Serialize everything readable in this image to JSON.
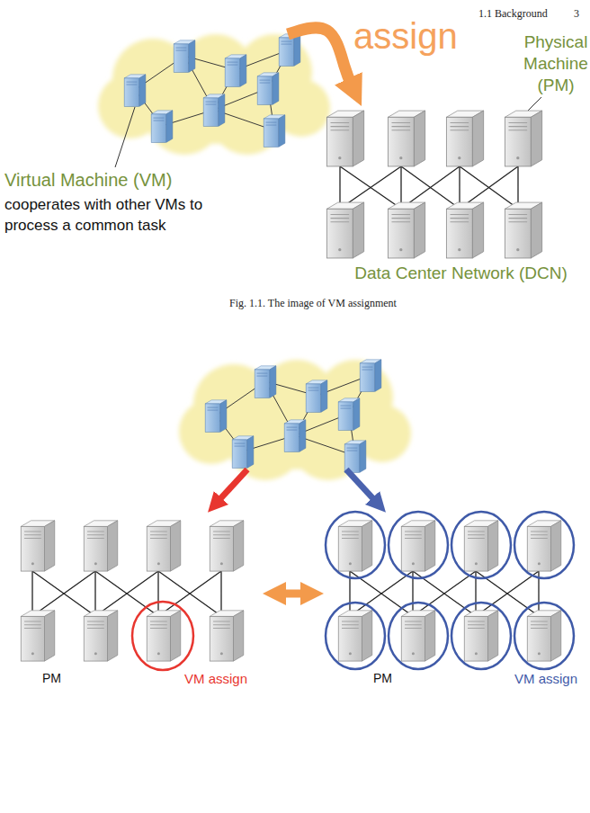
{
  "diagram": {
    "caption": "Fig. 1.1. The image of VM assignment",
    "nodes": [
      {
        "text": [
          "Virtual Machine (VM)",
          "cooperates with other VMs to process a common task"
        ]
      },
      {
        "text": [
          "Data Center Network (DCN)"
        ]
      },
      {
        "text": [
          "PM",
          "VM assign"
        ]
      },
      {
        "text": [
          "PM",
          "VM assign"
        ]
      }
    ],
    "edges": [
      {
        "from": 0,
        "to": 1,
        "arrow": "to",
        "label": "assign"
      },
      {
        "from": 2,
        "to": 3,
        "arrow": "both"
      }
    ],
    "labels": [
      "1.1 Background",
      "3",
      "Physical Machine (PM)"
    ]
  }
}
